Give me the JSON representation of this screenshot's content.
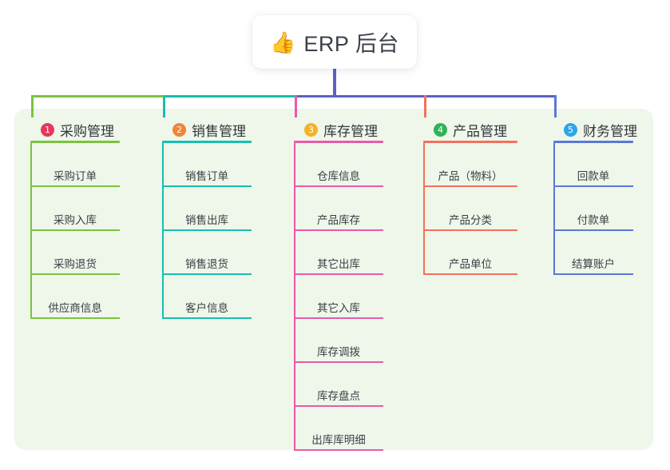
{
  "root": {
    "icon": "thumbs-up-emoji",
    "emoji": "👍",
    "title": "ERP 后台"
  },
  "theme": {
    "page_background": "#ffffff",
    "panel_background": "#eef7e9",
    "card_background": "#ffffff",
    "text_color": "#33363d",
    "root_stem_color": "#5b62c4"
  },
  "columns": [
    {
      "number": "1",
      "label": "采购管理",
      "badge_color": "#e8365d",
      "line_color": "#7cc242",
      "items": [
        {
          "label": "采购订单"
        },
        {
          "label": "采购入库"
        },
        {
          "label": "采购退货"
        },
        {
          "label": "供应商信息"
        }
      ]
    },
    {
      "number": "2",
      "label": "销售管理",
      "badge_color": "#f08437",
      "line_color": "#17bfb0",
      "items": [
        {
          "label": "销售订单"
        },
        {
          "label": "销售出库"
        },
        {
          "label": "销售退货"
        },
        {
          "label": "客户信息"
        }
      ]
    },
    {
      "number": "3",
      "label": "库存管理",
      "badge_color": "#f5b324",
      "line_color": "#ea5aa8",
      "items": [
        {
          "label": "仓库信息"
        },
        {
          "label": "产品库存"
        },
        {
          "label": "其它出库"
        },
        {
          "label": "其它入库"
        },
        {
          "label": "库存调拨"
        },
        {
          "label": "库存盘点"
        },
        {
          "label": "出库库明细"
        }
      ]
    },
    {
      "number": "4",
      "label": "产品管理",
      "badge_color": "#2fb456",
      "line_color": "#f4705e",
      "items": [
        {
          "label": "产品（物料）"
        },
        {
          "label": "产品分类"
        },
        {
          "label": "产品单位"
        }
      ]
    },
    {
      "number": "5",
      "label": "财务管理",
      "badge_color": "#2aa7e8",
      "line_color": "#5b78d8",
      "items": [
        {
          "label": "回款单"
        },
        {
          "label": "付款单"
        },
        {
          "label": "结算账户"
        }
      ]
    }
  ]
}
